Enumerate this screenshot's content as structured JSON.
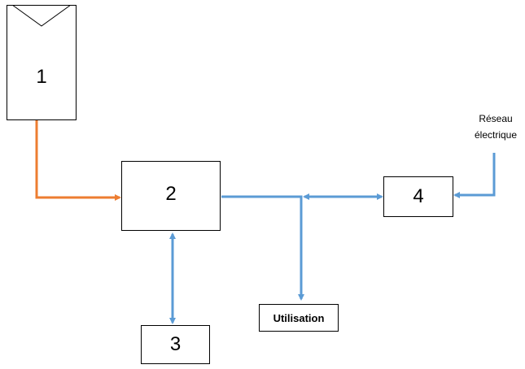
{
  "colors": {
    "panel_link": "#ED7D31",
    "bus_link": "#5B9BD5",
    "outline": "#000000"
  },
  "nodes": {
    "panel": {
      "label": "1"
    },
    "controller": {
      "label": "2"
    },
    "storage": {
      "label": "3"
    },
    "grid_unit": {
      "label": "4"
    },
    "usage": {
      "label": "Utilisation"
    },
    "grid": {
      "line1": "Réseau",
      "line2": "électrique"
    }
  }
}
